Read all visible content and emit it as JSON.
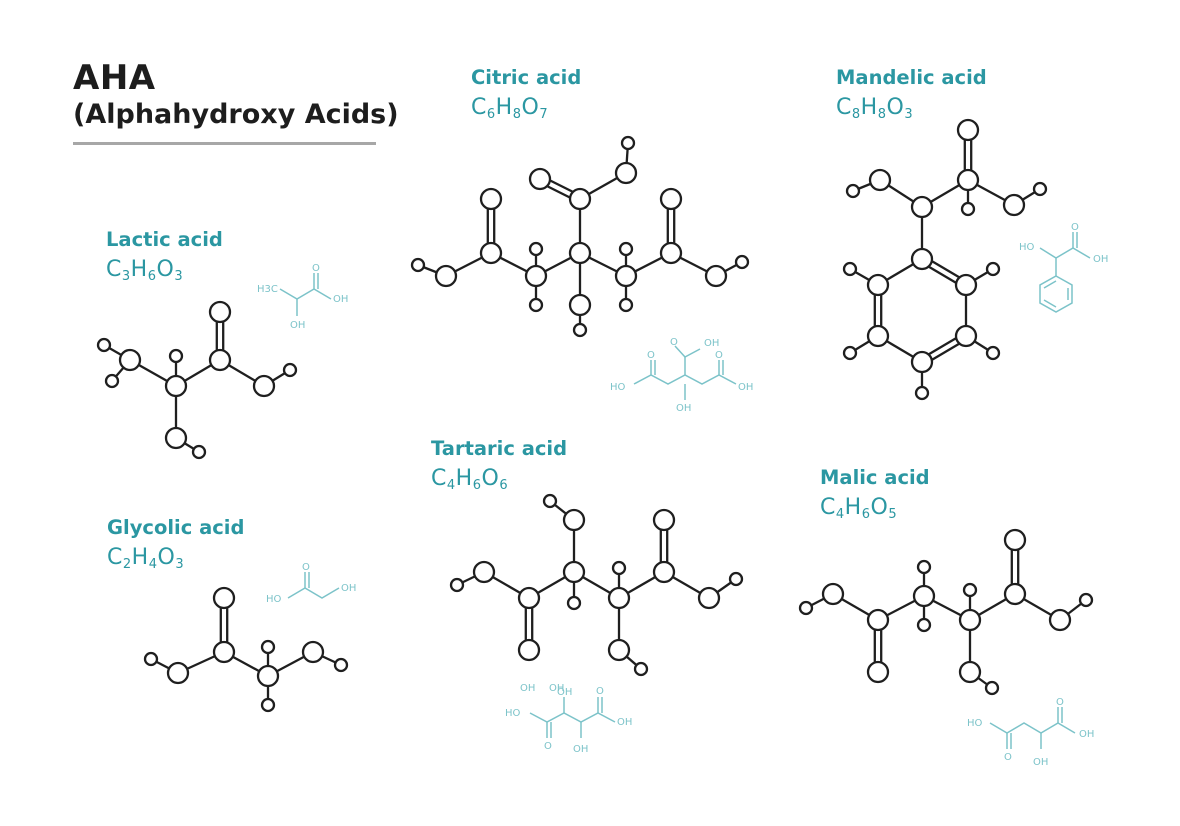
{
  "title": {
    "main": "AHA",
    "sub": "(Alphahydroxy Acids)"
  },
  "colors": {
    "accent": "#2b97a2",
    "skeletal": "#7cc3c9",
    "ink": "#1f1f1f",
    "rule": "#a7a7a7"
  },
  "molecules": [
    {
      "id": "lactic",
      "name": "Lactic acid",
      "formula": [
        [
          "C",
          "3"
        ],
        [
          "H",
          "6"
        ],
        [
          "O",
          "3"
        ]
      ],
      "skeletal_labels": [
        "H3C",
        "O",
        "OH",
        "OH"
      ],
      "atoms": [
        [
          220,
          312,
          10
        ],
        [
          220,
          360,
          10
        ],
        [
          176,
          386,
          10
        ],
        [
          130,
          360,
          10
        ],
        [
          176,
          438,
          10
        ],
        [
          264,
          386,
          10
        ],
        [
          104,
          345,
          6
        ],
        [
          112,
          381,
          6
        ],
        [
          176,
          356,
          6
        ],
        [
          199,
          452,
          6
        ],
        [
          290,
          370,
          6
        ]
      ],
      "bonds": [
        [
          1,
          2
        ],
        [
          2,
          3
        ],
        [
          2,
          4
        ],
        [
          1,
          5
        ],
        [
          3,
          6
        ],
        [
          3,
          7
        ],
        [
          2,
          8
        ],
        [
          4,
          9
        ],
        [
          5,
          10
        ]
      ],
      "double_bonds": [
        [
          0,
          1
        ]
      ]
    },
    {
      "id": "glycolic",
      "name": "Glycolic acid",
      "formula": [
        [
          "C",
          "2"
        ],
        [
          "H",
          "4"
        ],
        [
          "O",
          "3"
        ]
      ],
      "skeletal_labels": [
        "HO",
        "O",
        "OH"
      ],
      "atoms": [
        [
          224,
          598,
          10
        ],
        [
          224,
          652,
          10
        ],
        [
          178,
          673,
          10
        ],
        [
          268,
          676,
          10
        ],
        [
          313,
          652,
          10
        ],
        [
          151,
          659,
          6
        ],
        [
          268,
          647,
          6
        ],
        [
          268,
          705,
          6
        ],
        [
          341,
          665,
          6
        ]
      ],
      "bonds": [
        [
          1,
          2
        ],
        [
          1,
          3
        ],
        [
          3,
          4
        ],
        [
          2,
          5
        ],
        [
          3,
          6
        ],
        [
          3,
          7
        ],
        [
          4,
          8
        ]
      ],
      "double_bonds": [
        [
          0,
          1
        ]
      ]
    },
    {
      "id": "citric",
      "name": "Citric acid",
      "formula": [
        [
          "C",
          "6"
        ],
        [
          "H",
          "8"
        ],
        [
          "O",
          "7"
        ]
      ],
      "skeletal_labels": [
        "O",
        "OH",
        "HO",
        "O",
        "OH",
        "O",
        "OH"
      ],
      "atoms": [
        [
          580,
          253,
          10
        ],
        [
          580,
          199,
          10
        ],
        [
          540,
          179,
          10
        ],
        [
          626,
          173,
          10
        ],
        [
          628,
          143,
          6
        ],
        [
          536,
          276,
          10
        ],
        [
          491,
          253,
          10
        ],
        [
          491,
          199,
          10
        ],
        [
          446,
          276,
          10
        ],
        [
          418,
          265,
          6
        ],
        [
          536,
          249,
          6
        ],
        [
          536,
          305,
          6
        ],
        [
          626,
          276,
          10
        ],
        [
          671,
          253,
          10
        ],
        [
          671,
          199,
          10
        ],
        [
          716,
          276,
          10
        ],
        [
          742,
          262,
          6
        ],
        [
          626,
          249,
          6
        ],
        [
          626,
          305,
          6
        ],
        [
          580,
          305,
          10
        ],
        [
          580,
          330,
          6
        ]
      ],
      "bonds": [
        [
          0,
          1
        ],
        [
          1,
          3
        ],
        [
          3,
          4
        ],
        [
          0,
          5
        ],
        [
          5,
          6
        ],
        [
          6,
          8
        ],
        [
          8,
          9
        ],
        [
          5,
          10
        ],
        [
          5,
          11
        ],
        [
          0,
          12
        ],
        [
          12,
          13
        ],
        [
          13,
          15
        ],
        [
          15,
          16
        ],
        [
          12,
          17
        ],
        [
          12,
          18
        ],
        [
          0,
          19
        ],
        [
          19,
          20
        ]
      ],
      "double_bonds": [
        [
          1,
          2
        ],
        [
          6,
          7
        ],
        [
          13,
          14
        ]
      ]
    },
    {
      "id": "mandelic",
      "name": "Mandelic acid",
      "formula": [
        [
          "C",
          "8"
        ],
        [
          "H",
          "8"
        ],
        [
          "O",
          "3"
        ]
      ],
      "skeletal_labels": [
        "HO",
        "O",
        "OH"
      ],
      "atoms": [
        [
          922,
          207,
          10
        ],
        [
          968,
          180,
          10
        ],
        [
          968,
          130,
          10
        ],
        [
          1014,
          205,
          10
        ],
        [
          1040,
          189,
          6
        ],
        [
          968,
          209,
          6
        ],
        [
          880,
          180,
          10
        ],
        [
          853,
          191,
          6
        ],
        [
          922,
          259,
          10
        ],
        [
          878,
          285,
          10
        ],
        [
          966,
          285,
          10
        ],
        [
          878,
          336,
          10
        ],
        [
          966,
          336,
          10
        ],
        [
          922,
          362,
          10
        ],
        [
          850,
          269,
          6
        ],
        [
          993,
          269,
          6
        ],
        [
          850,
          353,
          6
        ],
        [
          993,
          353,
          6
        ],
        [
          922,
          393,
          6
        ]
      ],
      "bonds": [
        [
          0,
          1
        ],
        [
          1,
          3
        ],
        [
          3,
          4
        ],
        [
          1,
          5
        ],
        [
          0,
          6
        ],
        [
          6,
          7
        ],
        [
          0,
          8
        ],
        [
          8,
          9
        ],
        [
          10,
          12
        ],
        [
          11,
          13
        ],
        [
          9,
          14
        ],
        [
          10,
          15
        ],
        [
          11,
          16
        ],
        [
          12,
          17
        ],
        [
          13,
          18
        ]
      ],
      "double_bonds": [
        [
          1,
          2
        ],
        [
          8,
          10
        ],
        [
          9,
          11
        ],
        [
          12,
          13
        ]
      ]
    },
    {
      "id": "tartaric",
      "name": "Tartaric acid",
      "formula": [
        [
          "C",
          "4"
        ],
        [
          "H",
          "6"
        ],
        [
          "O",
          "6"
        ]
      ],
      "skeletal_labels": [
        "HO",
        "O",
        "OH",
        "OH",
        "O",
        "OH",
        "OH",
        "OH"
      ],
      "atoms": [
        [
          574,
          572,
          10
        ],
        [
          574,
          520,
          10
        ],
        [
          550,
          501,
          6
        ],
        [
          619,
          598,
          10
        ],
        [
          619,
          650,
          10
        ],
        [
          641,
          669,
          6
        ],
        [
          529,
          598,
          10
        ],
        [
          529,
          650,
          10
        ],
        [
          484,
          572,
          10
        ],
        [
          457,
          585,
          6
        ],
        [
          664,
          572,
          10
        ],
        [
          664,
          520,
          10
        ],
        [
          709,
          598,
          10
        ],
        [
          736,
          579,
          6
        ],
        [
          574,
          603,
          6
        ],
        [
          619,
          568,
          6
        ]
      ],
      "bonds": [
        [
          0,
          1
        ],
        [
          1,
          2
        ],
        [
          3,
          4
        ],
        [
          4,
          5
        ],
        [
          0,
          3
        ],
        [
          0,
          6
        ],
        [
          6,
          8
        ],
        [
          8,
          9
        ],
        [
          3,
          10
        ],
        [
          10,
          12
        ],
        [
          12,
          13
        ],
        [
          0,
          14
        ],
        [
          3,
          15
        ]
      ],
      "double_bonds": [
        [
          6,
          7
        ],
        [
          10,
          11
        ]
      ]
    },
    {
      "id": "malic",
      "name": "Malic acid",
      "formula": [
        [
          "C",
          "4"
        ],
        [
          "H",
          "6"
        ],
        [
          "O",
          "5"
        ]
      ],
      "skeletal_labels": [
        "HO",
        "O",
        "OH",
        "O",
        "OH"
      ],
      "atoms": [
        [
          924,
          596,
          10
        ],
        [
          970,
          620,
          10
        ],
        [
          970,
          672,
          10
        ],
        [
          992,
          688,
          6
        ],
        [
          1015,
          594,
          10
        ],
        [
          1015,
          540,
          10
        ],
        [
          1060,
          620,
          10
        ],
        [
          1086,
          600,
          6
        ],
        [
          878,
          620,
          10
        ],
        [
          878,
          672,
          10
        ],
        [
          833,
          594,
          10
        ],
        [
          806,
          608,
          6
        ],
        [
          924,
          567,
          6
        ],
        [
          924,
          625,
          6
        ],
        [
          970,
          590,
          6
        ]
      ],
      "bonds": [
        [
          0,
          1
        ],
        [
          1,
          2
        ],
        [
          2,
          3
        ],
        [
          1,
          4
        ],
        [
          4,
          6
        ],
        [
          6,
          7
        ],
        [
          0,
          8
        ],
        [
          8,
          10
        ],
        [
          10,
          11
        ],
        [
          0,
          12
        ],
        [
          0,
          13
        ],
        [
          1,
          14
        ]
      ],
      "double_bonds": [
        [
          4,
          5
        ],
        [
          8,
          9
        ]
      ]
    }
  ]
}
